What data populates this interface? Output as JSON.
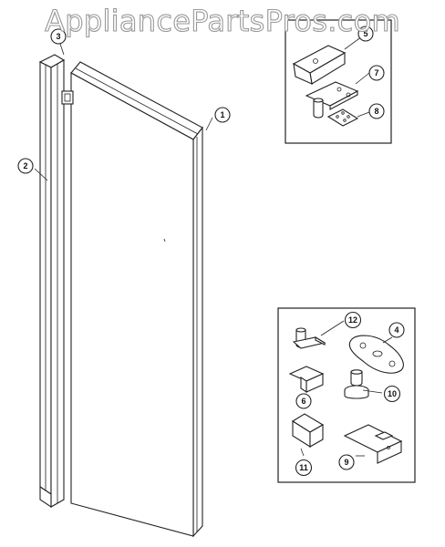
{
  "watermark": "AppliancePartsPros.com",
  "callouts": [
    {
      "id": "1",
      "label": "1"
    },
    {
      "id": "2",
      "label": "2"
    },
    {
      "id": "3",
      "label": "3"
    },
    {
      "id": "4",
      "label": "4"
    },
    {
      "id": "5",
      "label": "5"
    },
    {
      "id": "6",
      "label": "6"
    },
    {
      "id": "7",
      "label": "7"
    },
    {
      "id": "8",
      "label": "8"
    },
    {
      "id": "9",
      "label": "9"
    },
    {
      "id": "10",
      "label": "10"
    },
    {
      "id": "11",
      "label": "11"
    },
    {
      "id": "12",
      "label": "12"
    }
  ]
}
